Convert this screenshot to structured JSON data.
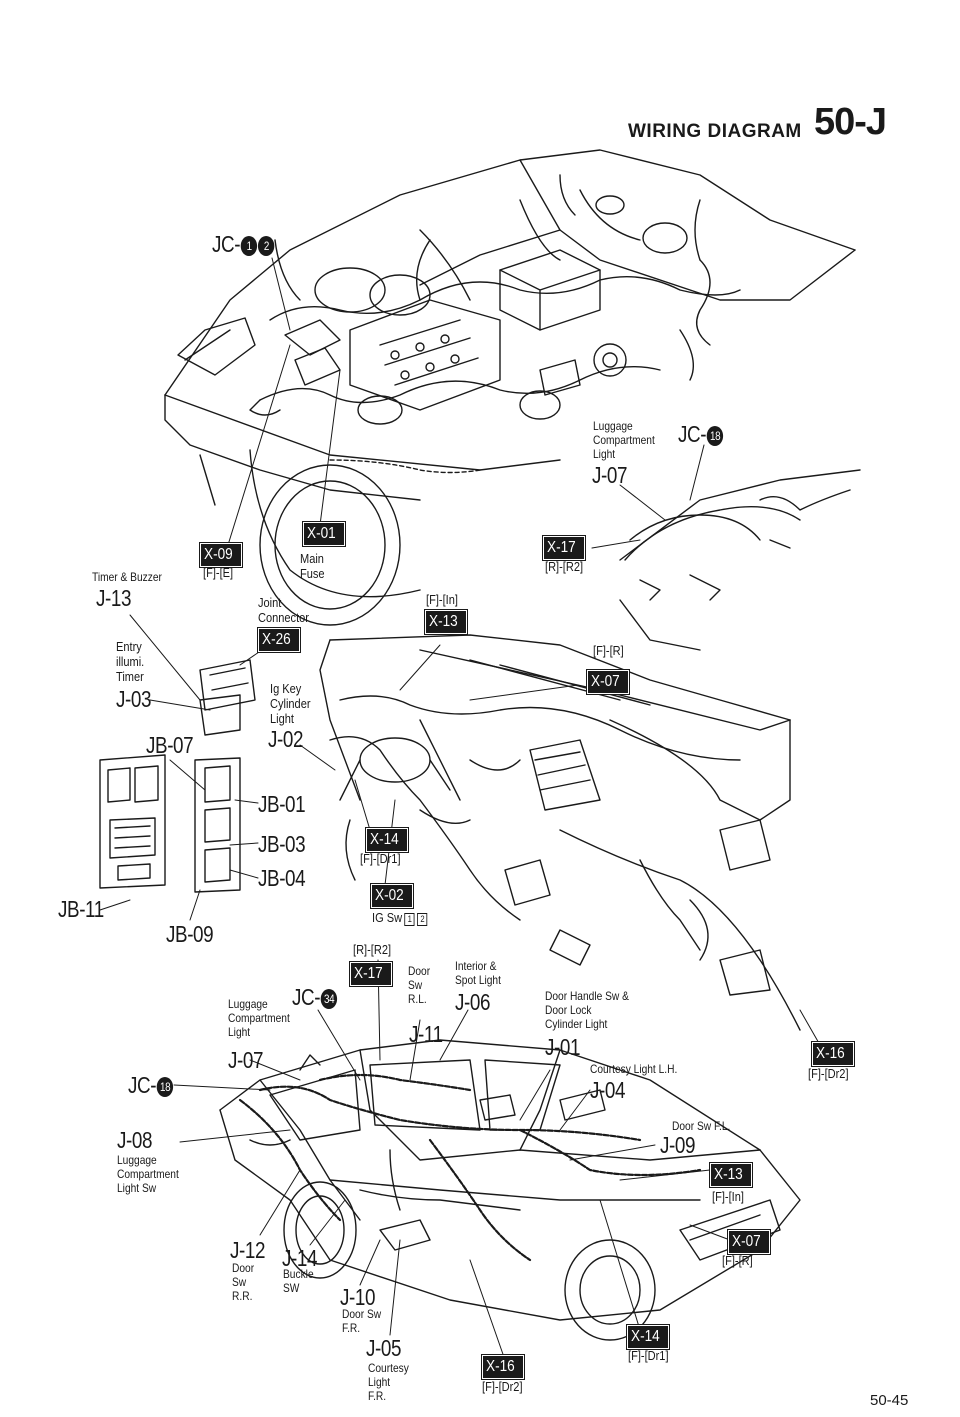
{
  "header": {
    "section": "WIRING DIAGRAM",
    "code": "50-J",
    "page_number": "50-45"
  },
  "joint_connectors": {
    "jc_top": {
      "prefix": "JC-",
      "num1": "1",
      "num2": "2"
    },
    "jc_lug_right": {
      "prefix": "JC-",
      "num": "18"
    },
    "jc_mid": {
      "prefix": "JC-",
      "num": "34"
    },
    "jc_left": {
      "prefix": "JC-",
      "num": "18"
    }
  },
  "labels": {
    "timer_buzzer": {
      "desc": "Timer & Buzzer",
      "code": "J-13"
    },
    "entry_illum": {
      "desc": [
        "Entry",
        "illumi.",
        "Timer"
      ],
      "code": "J-03"
    },
    "jb07": "JB-07",
    "jb01": "JB-01",
    "jb03": "JB-03",
    "jb04": "JB-04",
    "jb11": "JB-11",
    "jb09": "JB-09",
    "ig_key": {
      "desc": [
        "Ig Key",
        "Cylinder",
        "Light"
      ],
      "code": "J-02"
    },
    "joint_connector": [
      "Joint",
      "Connector"
    ],
    "main_fuse": [
      "Main",
      "Fuse"
    ],
    "luggage_top": {
      "desc": [
        "Luggage",
        "Compartment",
        "Light"
      ],
      "code": "J-07"
    },
    "luggage_mid": {
      "desc": [
        "Luggage",
        "Compartment",
        "Light"
      ],
      "code": "J-07"
    },
    "door_sw_rl": {
      "desc": [
        "Door",
        "Sw",
        "R.L."
      ],
      "code": "J-11"
    },
    "interior_spot": {
      "desc": [
        "Interior &",
        "Spot Light"
      ],
      "code": "J-06"
    },
    "door_handle": {
      "desc": [
        "Door Handle Sw &",
        "Door Lock",
        "Cylinder Light"
      ],
      "code": "J-01"
    },
    "courtesy_lh": {
      "desc": "Courtesy Light L.H.",
      "code": "J-04"
    },
    "door_sw_fl": {
      "desc": "Door Sw F.L.",
      "code": "J-09"
    },
    "luggage_sw": {
      "code": "J-08",
      "desc": [
        "Luggage",
        "Compartment",
        "Light Sw"
      ]
    },
    "door_sw_rr": {
      "code": "J-12",
      "desc": [
        "Door",
        "Sw",
        "R.R."
      ]
    },
    "buckle_sw": {
      "code": "J-14",
      "desc": [
        "Buckle",
        "SW"
      ]
    },
    "door_sw_fr": {
      "code": "J-10",
      "desc": [
        "Door Sw",
        "F.R."
      ]
    },
    "courtesy_fr": {
      "code": "J-05",
      "desc": [
        "Courtesy",
        "Light",
        "F.R."
      ]
    },
    "ig_sw": {
      "text": "IG Sw",
      "n1": "1",
      "n2": "2"
    }
  },
  "connectors": {
    "x09": {
      "id": "X-09",
      "ref": "[F]-[E]"
    },
    "x01": {
      "id": "X-01"
    },
    "x26": {
      "id": "X-26"
    },
    "x13_top": {
      "id": "X-13",
      "ref": "[F]-[In]"
    },
    "x17_top": {
      "id": "X-17",
      "ref": "[R]-[R2]"
    },
    "x07_top": {
      "id": "X-07",
      "ref": "[F]-[R]"
    },
    "x14_mid": {
      "id": "X-14",
      "ref": "[F]-[Dr1]"
    },
    "x02": {
      "id": "X-02"
    },
    "x17_mid": {
      "id": "X-17",
      "ref": "[R]-[R2]"
    },
    "x16_right": {
      "id": "X-16",
      "ref": "[F]-[Dr2]"
    },
    "x13_bot": {
      "id": "X-13",
      "ref": "[F]-[In]"
    },
    "x07_bot": {
      "id": "X-07",
      "ref": "[F]-[R]"
    },
    "x14_bot": {
      "id": "X-14",
      "ref": "[F]-[Dr1]"
    },
    "x16_bot": {
      "id": "X-16",
      "ref": "[F]-[Dr2]"
    }
  }
}
